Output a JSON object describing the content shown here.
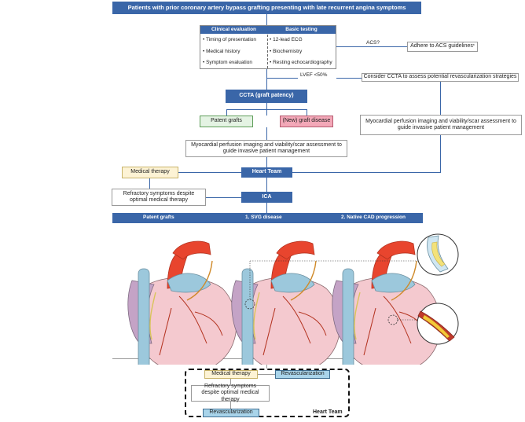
{
  "title": "Patients with prior coronary artery bypass grafting presenting with late recurrent angina symptoms",
  "clinical_evaluation": {
    "header": "Clinical evaluation",
    "items": [
      "Timing of presentation",
      "Medical history",
      "Symptom evaluation"
    ]
  },
  "basic_testing": {
    "header": "Basic testing",
    "items": [
      "12-lead ECG",
      "Biochemistry",
      "Resting echocardiography"
    ]
  },
  "acs_question": "ACS?",
  "acs_box": "Adhere to ACS guidelines",
  "acs_mark": "*",
  "lvef_label": "LVEF <50%",
  "ccta_consider": "Consider CCTA to assess potential revascularization strategies",
  "ccta_box": "CCTA (graft patency)",
  "patent_grafts": "Patent grafts",
  "new_graft_disease": "(New) graft disease",
  "mpi_center": "Myocardial perfusion imaging and viability/scar assessment to guide invasive patient management",
  "mpi_right": "Myocardial perfusion imaging and viability/scar assessment to guide invasive patient management",
  "heart_team": "Heart Team",
  "medical_therapy": "Medical therapy",
  "refractory": "Refractory symptoms despite optimal medical therapy",
  "ica": "ICA",
  "scenario_bar": {
    "col1": "Patent grafts",
    "col2": "1. SVG disease",
    "col3": "2. Native CAD progression"
  },
  "bottom": {
    "medical_therapy": "Medical therapy",
    "revascularization_right": "Revascularization",
    "refractory": "Refractory symptoms despite optimal medical therapy",
    "revascularization_bottom": "Revascularization",
    "heart_team_label": "Heart Team"
  },
  "colors": {
    "primary_blue": "#3a66a8",
    "green_fill": "#e4f3e3",
    "pink_fill": "#f3a8b8",
    "cream_fill": "#fdf3d5",
    "light_blue_fill": "#a9d4ea"
  }
}
